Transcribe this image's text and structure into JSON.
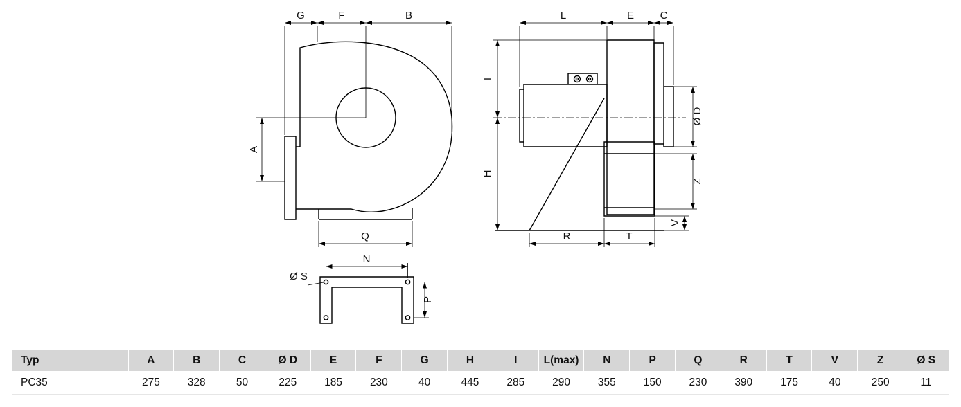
{
  "diagram": {
    "labels": {
      "G": "G",
      "F": "F",
      "B": "B",
      "A": "A",
      "Q": "Q",
      "N": "N",
      "S": "Ø S",
      "P": "P",
      "L": "L",
      "E": "E",
      "C": "C",
      "I": "I",
      "H": "H",
      "D": "Ø D",
      "Z": "Z",
      "V": "V",
      "R": "R",
      "T": "T"
    }
  },
  "table": {
    "columns": [
      "Typ",
      "A",
      "B",
      "C",
      "Ø D",
      "E",
      "F",
      "G",
      "H",
      "I",
      "L(max)",
      "N",
      "P",
      "Q",
      "R",
      "T",
      "V",
      "Z",
      "Ø S"
    ],
    "rows": [
      [
        "PC35",
        "275",
        "328",
        "50",
        "225",
        "185",
        "230",
        "40",
        "445",
        "285",
        "290",
        "355",
        "150",
        "230",
        "390",
        "175",
        "40",
        "250",
        "11"
      ]
    ]
  }
}
